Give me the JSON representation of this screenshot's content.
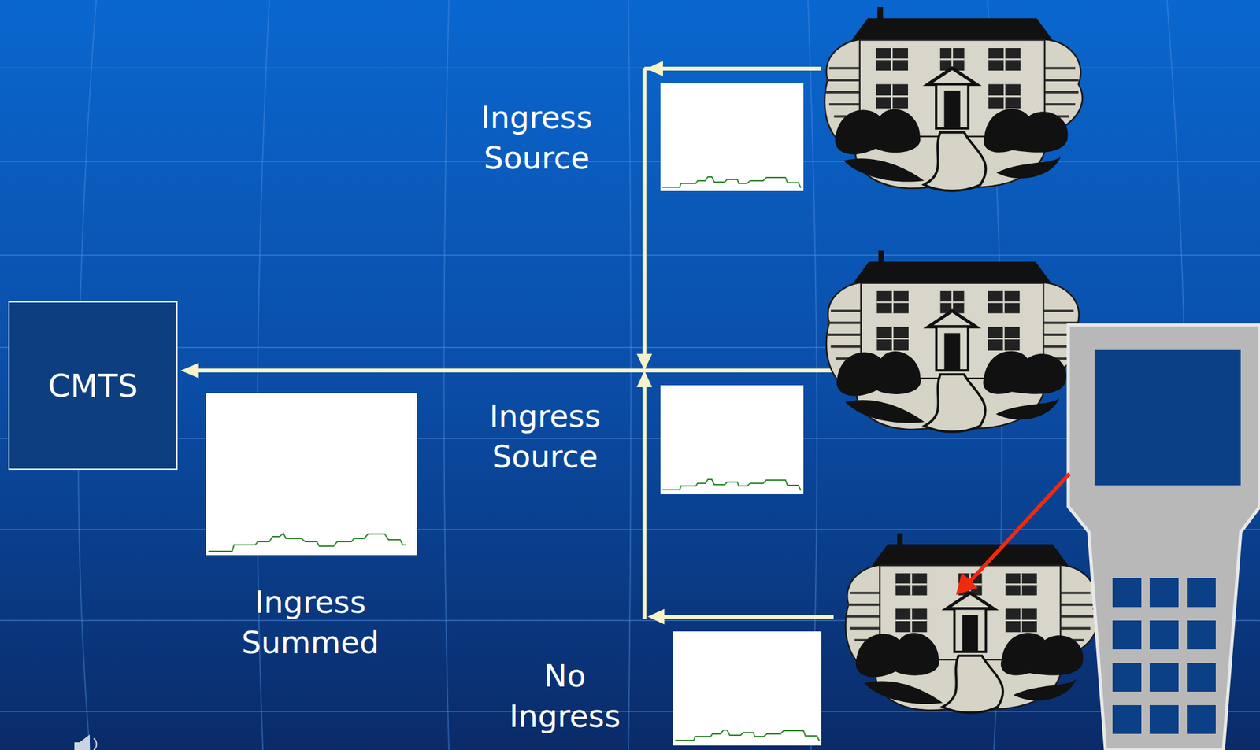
{
  "diagram": {
    "nodes": [
      {
        "text": [
          "CMTS"
        ]
      }
    ],
    "labels": [
      "Ingress Source",
      "Ingress Source",
      "Ingress Summed",
      "No Ingress"
    ]
  }
}
